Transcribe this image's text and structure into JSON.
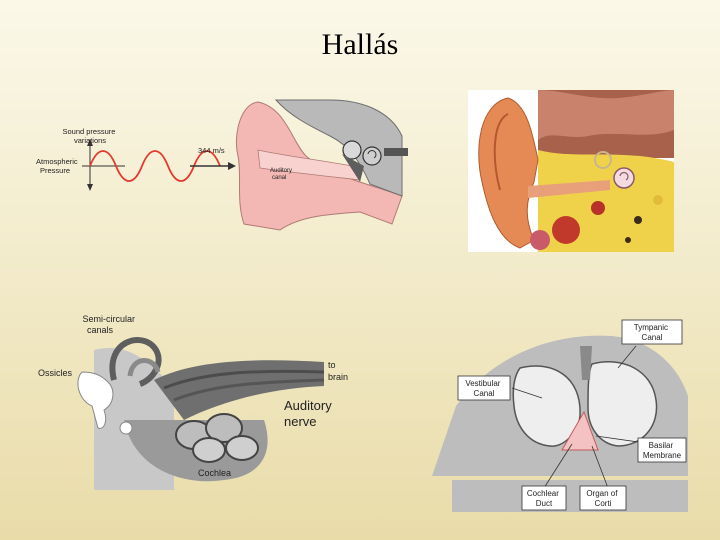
{
  "slide": {
    "title": "Hallás"
  },
  "panel_sound": {
    "label_spl": [
      "Sound pressure",
      "variations"
    ],
    "label_atm": [
      "Atmospheric",
      "Pressure"
    ],
    "label_speed": "344 m/s",
    "label_canal": [
      "Auditory",
      "canal"
    ]
  },
  "panel_photo": {},
  "panel_inner": {
    "label_semicircular": [
      "Semi-circular",
      "canals"
    ],
    "label_ossicles": "Ossicles",
    "label_to_brain": [
      "to",
      "brain"
    ],
    "label_nerve": [
      "Auditory",
      "nerve"
    ],
    "label_cochlea": "Cochlea"
  },
  "panel_cochlea": {
    "label_tympanic": [
      "Tympanic",
      "Canal"
    ],
    "label_vestibular": [
      "Vestibular",
      "Canal"
    ],
    "label_basilar": [
      "Basilar",
      "Membrane"
    ],
    "label_duct": [
      "Cochlear",
      "Duct"
    ],
    "label_corti": [
      "Organ of",
      "Corti"
    ]
  },
  "colors": {
    "skin": "#f4b8b4",
    "gray": "#9a9a9a",
    "dark": "#5e5e5e",
    "wave": "#e23b2e",
    "photo_ear": "#e58a54",
    "photo_tissue": "#f0d24a"
  }
}
